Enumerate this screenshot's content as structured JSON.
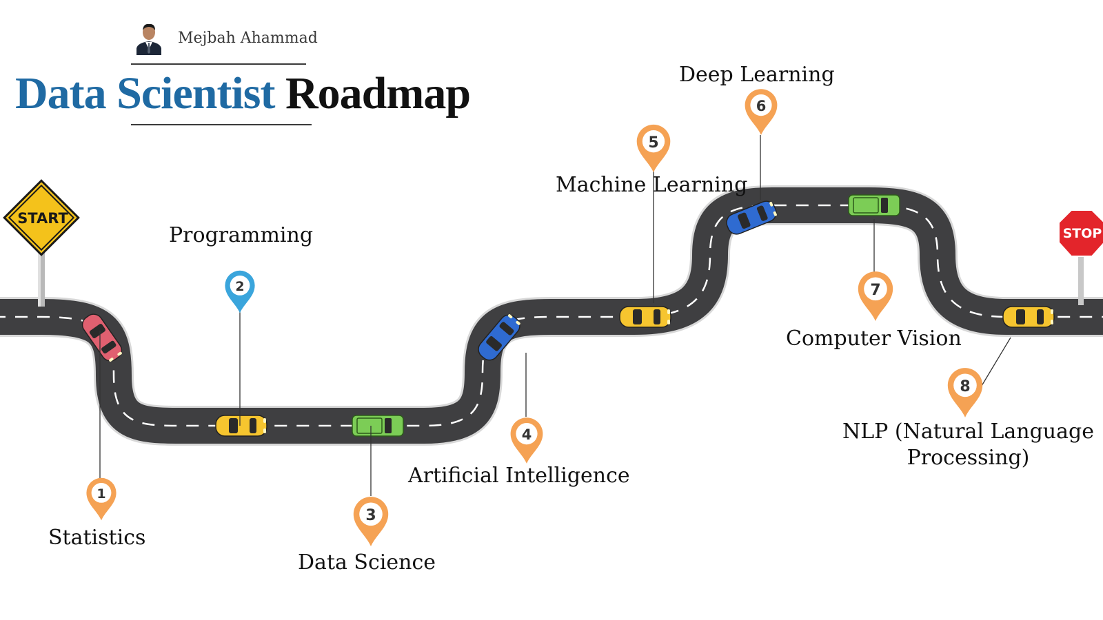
{
  "author": {
    "name": "Mejbah Ahammad"
  },
  "title": {
    "part_blue": "Data Scientist",
    "part_black": "Roadmap"
  },
  "signs": {
    "start": "START",
    "stop": "STOP"
  },
  "colors": {
    "road": "#3f3f41",
    "pin_orange": "#f5a254",
    "pin_blue": "#3aa5dc",
    "title_blue": "#1f6aa3"
  },
  "milestones": [
    {
      "number": "1",
      "label": "Statistics"
    },
    {
      "number": "2",
      "label": "Programming"
    },
    {
      "number": "3",
      "label": "Data Science"
    },
    {
      "number": "4",
      "label": "Artificial Intelligence"
    },
    {
      "number": "5",
      "label": "Machine Learning"
    },
    {
      "number": "6",
      "label": "Deep Learning"
    },
    {
      "number": "7",
      "label": "Computer Vision"
    },
    {
      "number": "8",
      "label_line1": "NLP (Natural Language",
      "label_line2": "Processing)"
    }
  ]
}
